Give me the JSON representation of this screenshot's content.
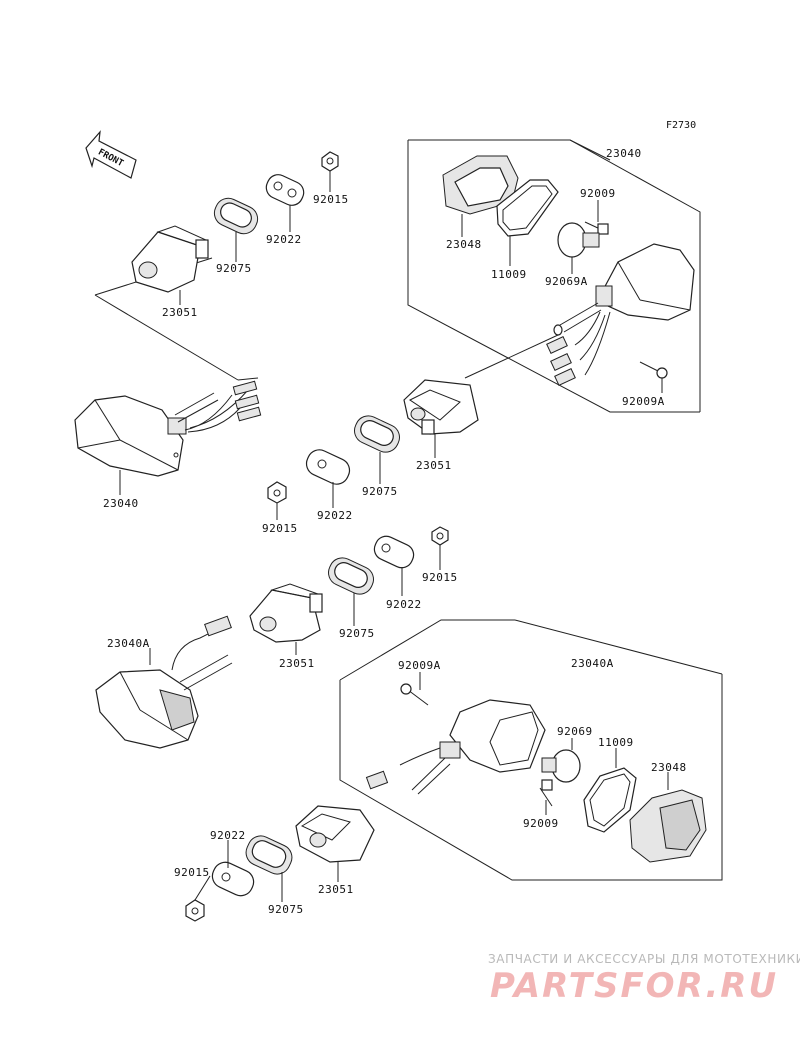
{
  "figure_code": "F2730",
  "front_label": "FRONT",
  "labels": {
    "upper_right": {
      "assembly": "23040",
      "lens": "23048",
      "gasket": "11009",
      "screw": "92009",
      "bulb": "92069A",
      "screw_a": "92009A"
    },
    "upper_left": {
      "nut": "92015",
      "plate": "92022",
      "damper": "92075",
      "bracket": "23051",
      "lamp": "23040"
    },
    "middle": {
      "bracket": "23051",
      "damper": "92075",
      "plate": "92022",
      "nut": "92015"
    },
    "lower_left": {
      "lamp": "23040A",
      "bracket": "23051",
      "damper": "92075",
      "plate": "92022",
      "nut": "92015"
    },
    "lower_right": {
      "assembly": "23040A",
      "screw_a": "92009A",
      "bulb": "92069",
      "gasket": "11009",
      "lens": "23048",
      "screw": "92009"
    },
    "bottom": {
      "plate": "92022",
      "nut": "92015",
      "damper": "92075",
      "bracket": "23051"
    }
  },
  "watermark": {
    "line1": "ЗАПЧАСТИ И АКСЕССУАРЫ ДЛЯ МОТОТЕХНИКИ",
    "line2": "PARTSFOR.RU"
  }
}
